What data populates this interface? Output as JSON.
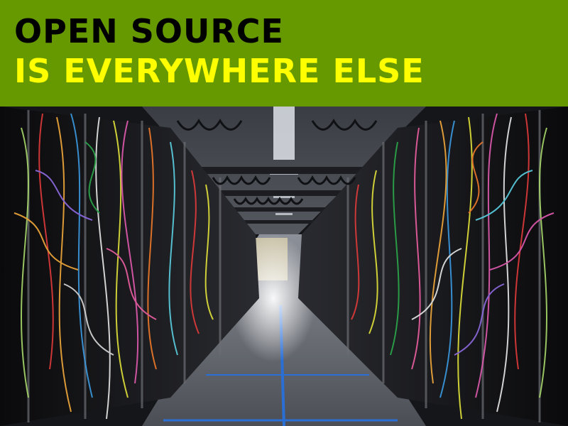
{
  "headline": {
    "line1": "OPEN SOURCE",
    "line2": "IS EVERYWHERE ELSE"
  },
  "colors": {
    "banner": "#669900",
    "line1": "#000000",
    "line2": "#ffff00"
  },
  "photo": {
    "subject": "data-center-aisle-with-tangled-network-cables"
  }
}
